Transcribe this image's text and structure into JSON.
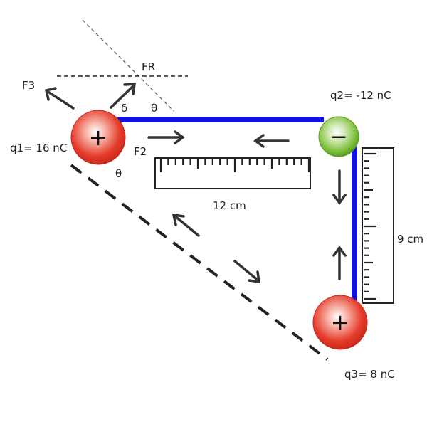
{
  "charges": {
    "q1": {
      "label": "q1= 16 nC",
      "sign": "+",
      "color": "#e53b2b"
    },
    "q2": {
      "label": "q2= -12 nC",
      "sign": "−",
      "color": "#7cbf3a"
    },
    "q3": {
      "label": "q3= 8 nC",
      "sign": "+",
      "color": "#e53b2b"
    }
  },
  "forces": {
    "f3": "F3",
    "f2": "F2",
    "fr": "FR"
  },
  "angles": {
    "delta": "δ",
    "theta": "θ"
  },
  "distances": {
    "horizontal": "12 cm",
    "vertical": "9 cm"
  },
  "colors": {
    "connector": "#1010e0",
    "arrow": "#333333",
    "dashed": "#222222"
  }
}
